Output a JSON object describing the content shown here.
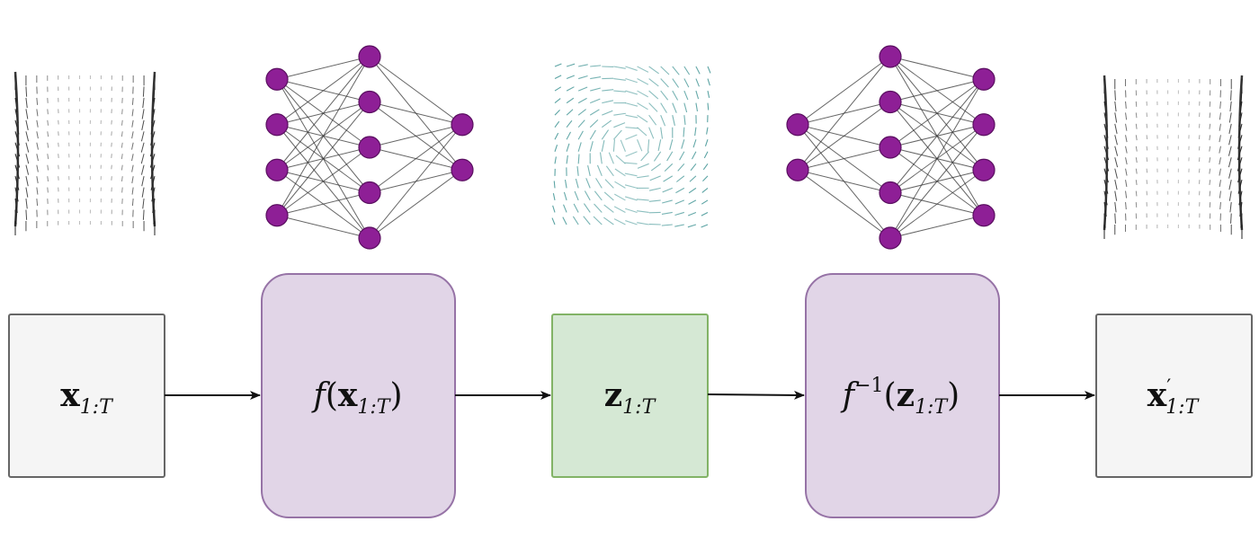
{
  "colors": {
    "input_box_fill": "#f5f5f5",
    "input_box_stroke": "#666666",
    "network_box_fill": "#e1d5e7",
    "network_box_stroke": "#9673a6",
    "latent_box_fill": "#d5e8d4",
    "latent_box_stroke": "#82b366",
    "neuron_fill": "#8e1f96",
    "neuron_stroke": "#5a0f60",
    "edge": "#333333",
    "field_dark": "#222222",
    "field_latent": "#4a9a9a"
  },
  "nodes": {
    "input": {
      "symbol": "x",
      "subscript": "1:T",
      "prime": ""
    },
    "encoder": {
      "func": "f",
      "symbol": "x",
      "subscript": "1:T"
    },
    "latent": {
      "symbol": "z",
      "subscript": "1:T"
    },
    "decoder": {
      "func": "f",
      "superscript": "−1",
      "symbol": "z",
      "subscript": "1:T"
    },
    "output": {
      "symbol": "x",
      "subscript": "1:T",
      "prime": "′"
    }
  },
  "networks": {
    "encoder_layers": [
      4,
      5,
      2
    ],
    "decoder_layers": [
      2,
      5,
      4
    ]
  },
  "icons": [
    "input-vector-field-icon",
    "encoder-network-icon",
    "latent-vector-field-icon",
    "decoder-network-icon",
    "output-vector-field-icon"
  ]
}
